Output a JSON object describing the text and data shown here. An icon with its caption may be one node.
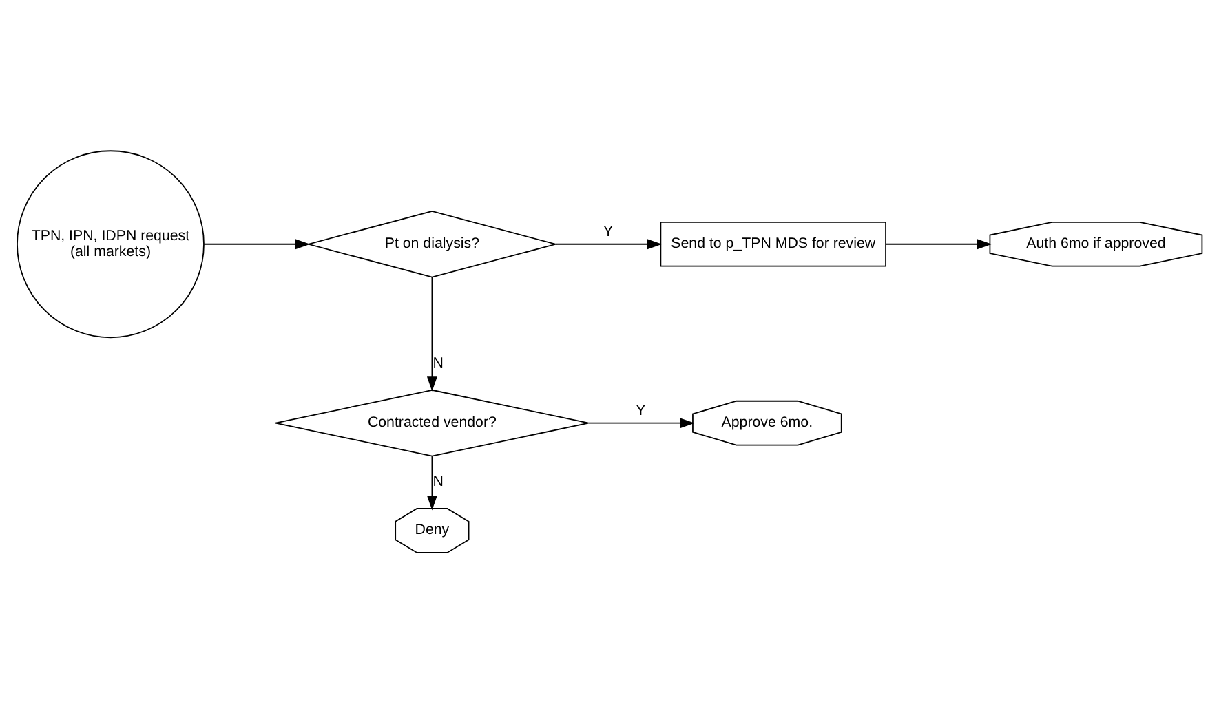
{
  "diagram": {
    "nodes": [
      {
        "text": [
          "TPN, IPN, IDPN request",
          "(all markets)"
        ]
      },
      {
        "text": [
          "Pt on dialysis?"
        ]
      },
      {
        "text": [
          "Send to p_TPN MDS for review"
        ]
      },
      {
        "text": [
          "Auth 6mo if approved"
        ]
      },
      {
        "text": [
          "Contracted vendor?"
        ]
      },
      {
        "text": [
          "Approve 6mo."
        ]
      },
      {
        "text": [
          "Deny"
        ]
      }
    ],
    "edges": [
      {
        "from": 0,
        "to": 1,
        "arrow": "to"
      },
      {
        "from": 1,
        "to": 2,
        "arrow": "to",
        "label": "Y"
      },
      {
        "from": 2,
        "to": 3,
        "arrow": "to"
      },
      {
        "from": 1,
        "to": 4,
        "arrow": "to",
        "label": "N"
      },
      {
        "from": 4,
        "to": 5,
        "arrow": "to",
        "label": "Y"
      },
      {
        "from": 4,
        "to": 6,
        "arrow": "to",
        "label": "N"
      }
    ]
  }
}
